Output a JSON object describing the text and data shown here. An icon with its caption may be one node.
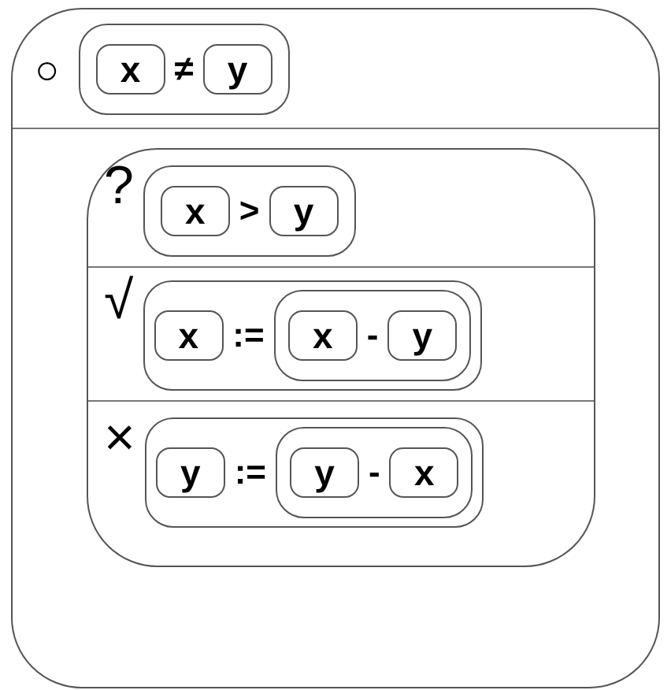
{
  "diagram": {
    "nodes": [
      {
        "text": [
          "○"
        ]
      },
      {
        "text": [
          "≠"
        ],
        "in": 0
      },
      {
        "text": [
          "x"
        ],
        "in": 1
      },
      {
        "text": [
          "y"
        ],
        "in": 1
      },
      {
        "text": [],
        "shape": "box",
        "in": 0
      },
      {
        "text": [
          "?"
        ],
        "in": 4
      },
      {
        "text": [
          ">"
        ],
        "in": 5
      },
      {
        "text": [
          "x"
        ],
        "in": 6
      },
      {
        "text": [
          "y"
        ],
        "in": 6
      },
      {
        "text": [
          "√"
        ],
        "in": 4
      },
      {
        "text": [
          ":="
        ],
        "in": 9
      },
      {
        "text": [
          "x"
        ],
        "in": 10
      },
      {
        "text": [
          "-"
        ],
        "in": 10
      },
      {
        "text": [
          "x"
        ],
        "in": 12
      },
      {
        "text": [
          "y"
        ],
        "in": 12
      },
      {
        "text": [
          "×"
        ],
        "in": 4
      },
      {
        "text": [
          ":="
        ],
        "in": 15
      },
      {
        "text": [
          "y"
        ],
        "in": 16
      },
      {
        "text": [
          "-"
        ],
        "in": 16
      },
      {
        "text": [
          "y"
        ],
        "in": 18
      },
      {
        "text": [
          "x"
        ],
        "in": 18
      }
    ]
  }
}
